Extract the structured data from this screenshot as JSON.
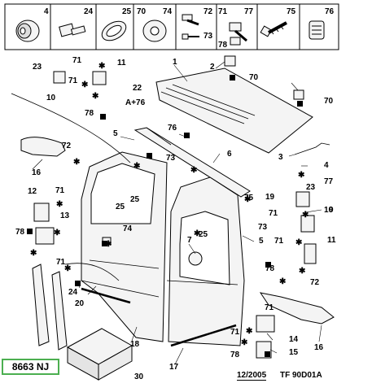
{
  "header_items": [
    {
      "num": "4"
    },
    {
      "num": "24"
    },
    {
      "num": "25"
    },
    {
      "num": "70"
    },
    {
      "num": "74"
    },
    {
      "num": "72"
    },
    {
      "num": "73"
    },
    {
      "num": "71"
    },
    {
      "num": "77"
    },
    {
      "num": "78"
    },
    {
      "num": "75"
    },
    {
      "num": "76"
    }
  ],
  "callouts": {
    "c1": "1",
    "c2": "2",
    "c3": "3",
    "c4": "4",
    "c5a": "5",
    "c5b": "5",
    "c6": "6",
    "c7": "7",
    "c9": "9",
    "c10a": "10",
    "c10b": "10",
    "c11a": "11",
    "c11b": "11",
    "c12": "12",
    "c13": "13",
    "c14": "14",
    "c15": "15",
    "c16a": "16",
    "c16b": "16",
    "c17": "17",
    "c18": "18",
    "c19": "19",
    "c20": "20",
    "c22": "22",
    "c22sub": "A+76",
    "c23a": "23",
    "c23b": "23",
    "c24": "24",
    "c25a": "25",
    "c25b": "25",
    "c25c": "25",
    "c30": "30",
    "c70a": "70",
    "c70b": "70",
    "c71a": "71",
    "c71b": "71",
    "c71c": "71",
    "c71d": "71",
    "c71e": "71",
    "c71f": "71",
    "c71g": "71",
    "c71h": "71",
    "c72a": "72",
    "c72b": "72",
    "c73a": "73",
    "c73b": "73",
    "c74": "74",
    "c75": "75",
    "c76": "76",
    "c77": "77",
    "c78a": "78",
    "c78b": "78",
    "c78c": "78",
    "c78d": "78"
  },
  "footer": {
    "catalog_code": "8663 NJ",
    "date": "12/2005",
    "ref": "TF 90D01A"
  }
}
